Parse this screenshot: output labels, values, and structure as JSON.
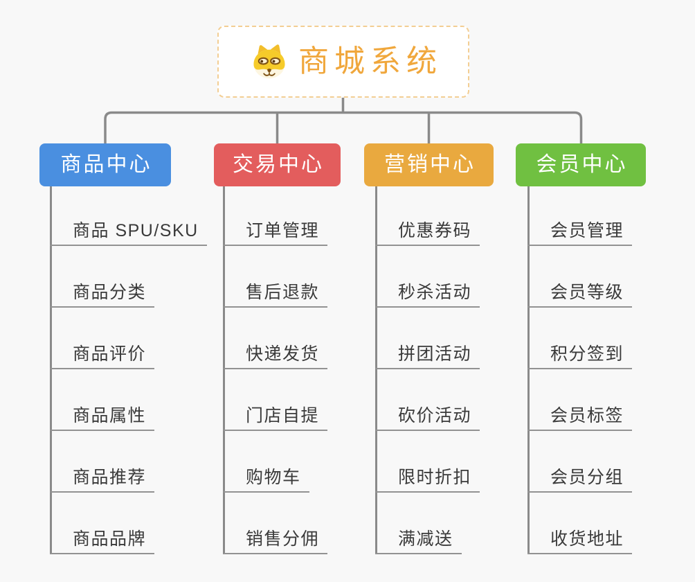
{
  "background_color": "#F8F8F8",
  "connector_color": "#8A8A8A",
  "root": {
    "title": "商城系统",
    "title_color": "#F0A73C",
    "border_color": "#F3CE93",
    "icon": "dog-face-icon"
  },
  "branches": [
    {
      "label": "商品中心",
      "color": "#4A8FE0",
      "children": [
        "商品 SPU/SKU",
        "商品分类",
        "商品评价",
        "商品属性",
        "商品推荐",
        "商品品牌"
      ]
    },
    {
      "label": "交易中心",
      "color": "#E35D5D",
      "children": [
        "订单管理",
        "售后退款",
        "快递发货",
        "门店自提",
        "购物车",
        "销售分佣"
      ]
    },
    {
      "label": "营销中心",
      "color": "#E9A93F",
      "children": [
        "优惠券码",
        "秒杀活动",
        "拼团活动",
        "砍价活动",
        "限时折扣",
        "满减送"
      ]
    },
    {
      "label": "会员中心",
      "color": "#70C041",
      "children": [
        "会员管理",
        "会员等级",
        "积分签到",
        "会员标签",
        "会员分组",
        "收货地址"
      ]
    }
  ]
}
